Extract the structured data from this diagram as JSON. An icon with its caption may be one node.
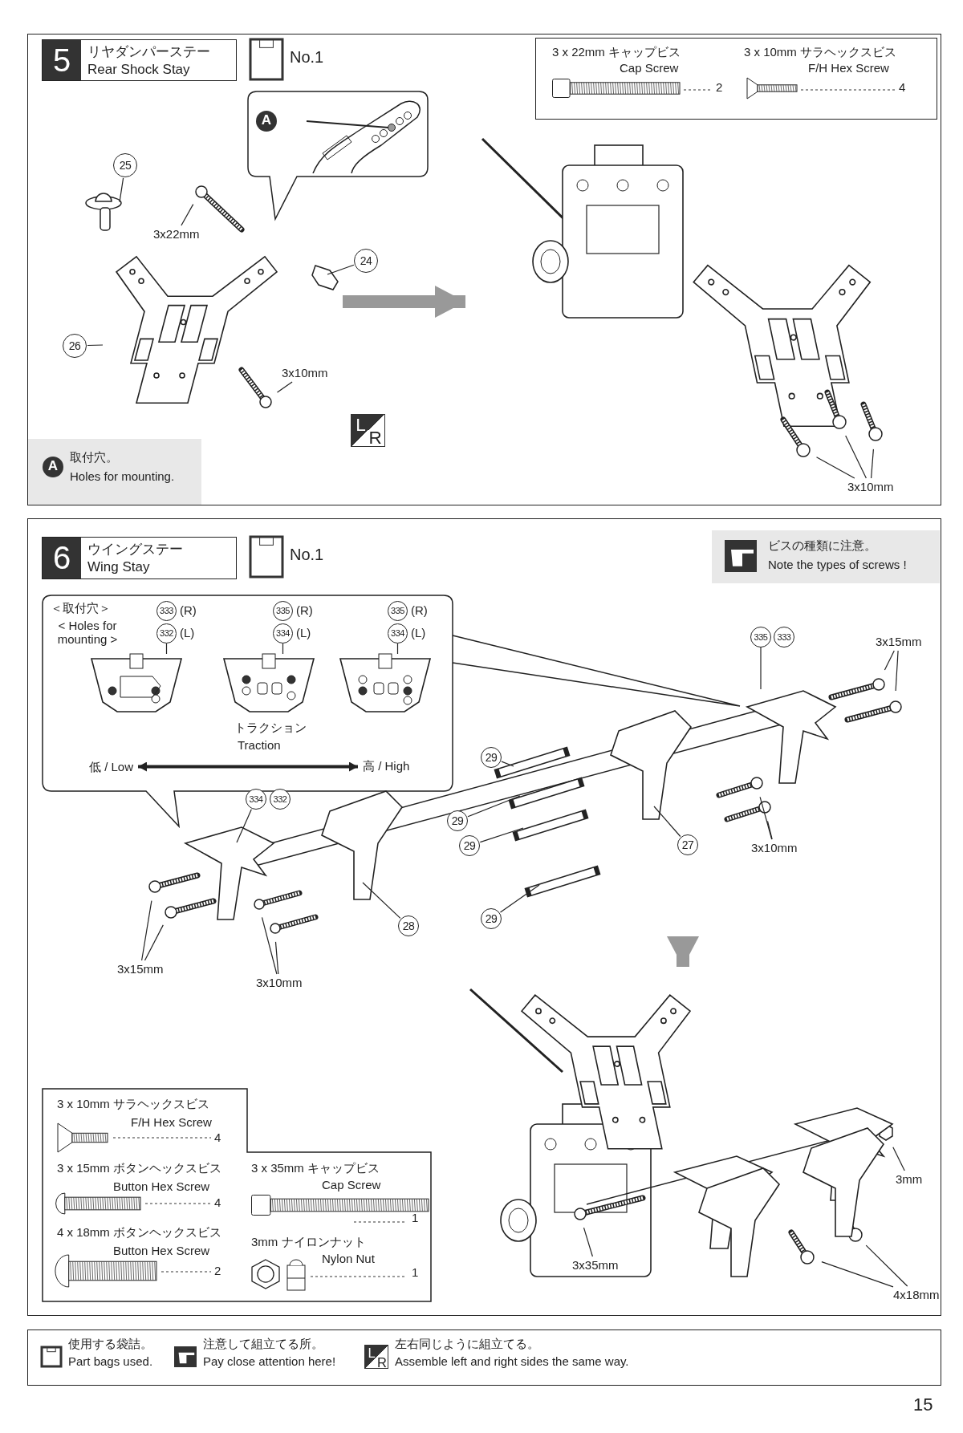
{
  "diagram": {
    "nodes": [
      {
        "text": [],
        "shape": "box"
      },
      {
        "text": [
          "5",
          "リヤダンパーステー Rear Shock Stay"
        ],
        "in": 0
      },
      {
        "text": [],
        "shape": "box",
        "in": 0
      },
      {
        "text": [
          "A"
        ],
        "in": 2
      },
      {
        "text": [],
        "shape": "picture",
        "in": 0
      },
      {
        "text": [
          "25"
        ],
        "in": 0
      },
      {
        "text": [
          "24"
        ],
        "in": 0
      },
      {
        "text": [
          "26"
        ],
        "in": 0
      },
      {
        "text": [
          "3x22mm"
        ],
        "in": 4
      },
      {
        "text": [
          "3x10mm"
        ],
        "in": 4
      },
      {
        "text": [
          "L",
          "R"
        ],
        "in": 0
      },
      {
        "text": [
          "取付穴。",
          "Holes for mounting."
        ],
        "in": 0
      },
      {
        "text": [
          "A"
        ],
        "in": 11
      },
      {
        "text": [
          "3 x 22mm キャップビス",
          "Cap Screw",
          "2",
          "3 x 10mm サラヘックスビス",
          "F/H Hex Screw",
          "4"
        ],
        "in": 0
      },
      {
        "text": [],
        "shape": "picture",
        "in": 0
      },
      {
        "text": [
          "3x10mm"
        ],
        "in": 0
      },
      {
        "text": [],
        "shape": "box"
      },
      {
        "text": [
          "6",
          "ウイングステー Wing Stay"
        ],
        "in": 16
      },
      {
        "text": [
          "ビスの種類に注意。",
          "Note the types of screws !"
        ],
        "in": 16
      },
      {
        "text": [
          "＜取付穴＞",
          "< Holes for mounting >"
        ],
        "in": 16
      },
      {
        "text": [
          "333"
        ],
        "beside": [
          "(R)"
        ],
        "in": 19
      },
      {
        "text": [
          "332"
        ],
        "beside": [
          "(L)"
        ],
        "in": 19
      },
      {
        "text": [
          "335"
        ],
        "beside": [
          "(R)"
        ],
        "in": 19
      },
      {
        "text": [
          "334"
        ],
        "beside": [
          "(L)"
        ],
        "in": 19
      },
      {
        "text": [
          "335"
        ],
        "beside": [
          "(R)"
        ],
        "in": 19
      },
      {
        "text": [
          "334"
        ],
        "beside": [
          "(L)"
        ],
        "in": 19
      },
      {
        "text": [],
        "shape": "picture",
        "in": 19
      },
      {
        "text": [],
        "shape": "picture",
        "in": 19
      },
      {
        "text": [],
        "shape": "picture",
        "in": 19
      },
      {
        "text": [
          "低 / Low"
        ],
        "in": 19
      },
      {
        "text": [
          "高 / High"
        ]
      },
      {
        "text": [],
        "shape": "picture",
        "in": 16
      },
      {
        "text": [
          "335"
        ],
        "in": 16
      },
      {
        "text": [
          "333"
        ],
        "in": 16
      },
      {
        "text": [
          "334"
        ],
        "in": 31
      },
      {
        "text": [
          "332"
        ],
        "in": 31
      },
      {
        "text": [
          "3x15mm"
        ],
        "in": 16
      },
      {
        "text": [
          "29"
        ],
        "in": 31
      },
      {
        "text": [
          "29"
        ],
        "in": 31
      },
      {
        "text": [
          "29"
        ],
        "in": 31
      },
      {
        "text": [
          "29"
        ],
        "in": 31
      },
      {
        "text": [
          "27"
        ],
        "in": 31
      },
      {
        "text": [
          "3x10mm"
        ],
        "in": 31
      },
      {
        "text": [
          "28"
        ],
        "in": 31
      },
      {
        "text": [
          "3x15mm"
        ],
        "in": 16
      },
      {
        "text": [
          "3x10mm"
        ],
        "in": 16
      },
      {
        "text": [],
        "shape": "picture",
        "in": 16
      },
      {
        "text": [
          "3mm"
        ],
        "in": 16
      },
      {
        "text": [
          "3x35mm"
        ],
        "in": 46
      },
      {
        "text": [
          "4x18mm"
        ],
        "in": 16
      },
      {
        "text": [
          "3 x 10mm サラヘックスビス",
          "F/H Hex Screw",
          "4",
          "3 x 15mm ボタンヘックスビス",
          "Button Hex Screw",
          "4",
          "4 x 18mm ボタンヘックスビス",
          "Button Hex Screw",
          "2",
          "3 x 35mm キャップビス",
          "Cap Screw",
          "1",
          "3mm ナイロンナット",
          "Nylon Nut",
          "1"
        ],
        "in": 16
      },
      {
        "text": [
          "使用する袋詰。",
          "Part bags used.",
          "注意して組立てる所。",
          "Pay close attention here!",
          "左右同じように組立てる。",
          "Assemble left and right sides the same way."
        ]
      },
      {
        "text": [
          "L",
          "R"
        ],
        "in": 51
      },
      {
        "text": [],
        "shape": "picture",
        "in": 31
      },
      {
        "text": [],
        "shape": "picture",
        "in": 31
      },
      {
        "text": [],
        "shape": "picture",
        "in": 31
      },
      {
        "text": [],
        "shape": "picture",
        "in": 31
      },
      {
        "text": [],
        "shape": "picture",
        "in": 46
      },
      {
        "text": [],
        "shape": "picture",
        "in": 46
      },
      {
        "text": [],
        "shape": "picture",
        "in": 46
      },
      {
        "text": [],
        "shape": "picture",
        "in": 46
      }
    ],
    "edges": [
      {
        "from": 5,
        "to": 4,
        "arrow": "none"
      },
      {
        "from": 6,
        "to": 4,
        "arrow": "none"
      },
      {
        "from": 7,
        "to": 4,
        "arrow": "none"
      },
      {
        "from": 8,
        "to": 4,
        "arrow": "none"
      },
      {
        "from": 9,
        "to": 4,
        "arrow": "none"
      },
      {
        "from": 4,
        "to": 14,
        "arrow": "to",
        "style": "thick",
        "color": "#999999"
      },
      {
        "from": 15,
        "to": 14,
        "arrow": "none"
      },
      {
        "from": 15,
        "to": 14,
        "arrow": "none"
      },
      {
        "from": 15,
        "to": 14,
        "arrow": "none"
      },
      {
        "from": 21,
        "to": 26,
        "arrow": "none"
      },
      {
        "from": 23,
        "to": 27,
        "arrow": "none"
      },
      {
        "from": 25,
        "to": 28,
        "arrow": "none"
      },
      {
        "from": 29,
        "to": 30,
        "arrow": "both",
        "style": "thick"
      },
      {
        "from": 32,
        "to": 54,
        "arrow": "none"
      },
      {
        "from": 34,
        "to": 53,
        "arrow": "none"
      },
      {
        "from": 36,
        "to": 31,
        "arrow": "none"
      },
      {
        "from": 36,
        "to": 31,
        "arrow": "none"
      },
      {
        "from": 37,
        "to": 31,
        "arrow": "none"
      },
      {
        "from": 38,
        "to": 31,
        "arrow": "none"
      },
      {
        "from": 39,
        "to": 31,
        "arrow": "none"
      },
      {
        "from": 40,
        "to": 31,
        "arrow": "none"
      },
      {
        "from": 41,
        "to": 56,
        "arrow": "none"
      },
      {
        "from": 42,
        "to": 31,
        "arrow": "none"
      },
      {
        "from": 42,
        "to": 31,
        "arrow": "none"
      },
      {
        "from": 43,
        "to": 55,
        "arrow": "none"
      },
      {
        "from": 44,
        "to": 31,
        "arrow": "none"
      },
      {
        "from": 44,
        "to": 31,
        "arrow": "none"
      },
      {
        "from": 45,
        "to": 31,
        "arrow": "none"
      },
      {
        "from": 45,
        "to": 31,
        "arrow": "none"
      },
      {
        "from": 31,
        "to": 46,
        "arrow": "to",
        "style": "thick",
        "color": "#999999"
      },
      {
        "from": 47,
        "to": 46,
        "arrow": "none"
      },
      {
        "from": 48,
        "to": 46,
        "arrow": "none"
      },
      {
        "from": 49,
        "to": 46,
        "arrow": "none"
      },
      {
        "from": 49,
        "to": 46,
        "arrow": "none"
      }
    ],
    "labels": [
      "No.1",
      "No.1",
      "トラクション",
      "Traction",
      "15"
    ]
  }
}
